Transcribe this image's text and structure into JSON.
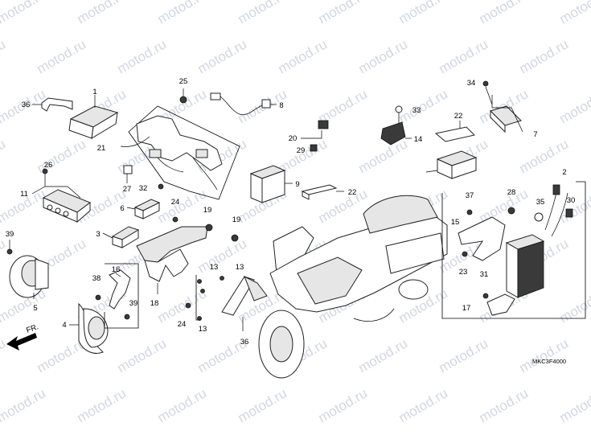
{
  "watermark": {
    "text": "motod.ru"
  },
  "diagram_code": "MKC3F4000",
  "direction_label": "FR.",
  "callouts": [
    {
      "id": "c1",
      "text": "1"
    },
    {
      "id": "c2",
      "text": "2"
    },
    {
      "id": "c3",
      "text": "3"
    },
    {
      "id": "c4",
      "text": "4"
    },
    {
      "id": "c5",
      "text": "5"
    },
    {
      "id": "c6",
      "text": "6"
    },
    {
      "id": "c7",
      "text": "7"
    },
    {
      "id": "c8",
      "text": "8"
    },
    {
      "id": "c9",
      "text": "9"
    },
    {
      "id": "c11",
      "text": "11"
    },
    {
      "id": "c13a",
      "text": "13"
    },
    {
      "id": "c13b",
      "text": "13"
    },
    {
      "id": "c13c",
      "text": "13"
    },
    {
      "id": "c14",
      "text": "14"
    },
    {
      "id": "c15",
      "text": "15"
    },
    {
      "id": "c16",
      "text": "16"
    },
    {
      "id": "c17",
      "text": "17"
    },
    {
      "id": "c18",
      "text": "18"
    },
    {
      "id": "c19a",
      "text": "19"
    },
    {
      "id": "c19b",
      "text": "19"
    },
    {
      "id": "c20",
      "text": "20"
    },
    {
      "id": "c21",
      "text": "21"
    },
    {
      "id": "c22a",
      "text": "22"
    },
    {
      "id": "c22b",
      "text": "22"
    },
    {
      "id": "c23",
      "text": "23"
    },
    {
      "id": "c24a",
      "text": "24"
    },
    {
      "id": "c24b",
      "text": "24"
    },
    {
      "id": "c25",
      "text": "25"
    },
    {
      "id": "c26",
      "text": "26"
    },
    {
      "id": "c27",
      "text": "27"
    },
    {
      "id": "c28",
      "text": "28"
    },
    {
      "id": "c29",
      "text": "29"
    },
    {
      "id": "c30",
      "text": "30"
    },
    {
      "id": "c31",
      "text": "31"
    },
    {
      "id": "c32",
      "text": "32"
    },
    {
      "id": "c33",
      "text": "33"
    },
    {
      "id": "c34",
      "text": "34"
    },
    {
      "id": "c35",
      "text": "35"
    },
    {
      "id": "c36a",
      "text": "36"
    },
    {
      "id": "c36b",
      "text": "36"
    },
    {
      "id": "c37",
      "text": "37"
    },
    {
      "id": "c38",
      "text": "38"
    },
    {
      "id": "c39a",
      "text": "39"
    },
    {
      "id": "c39b",
      "text": "39"
    }
  ]
}
